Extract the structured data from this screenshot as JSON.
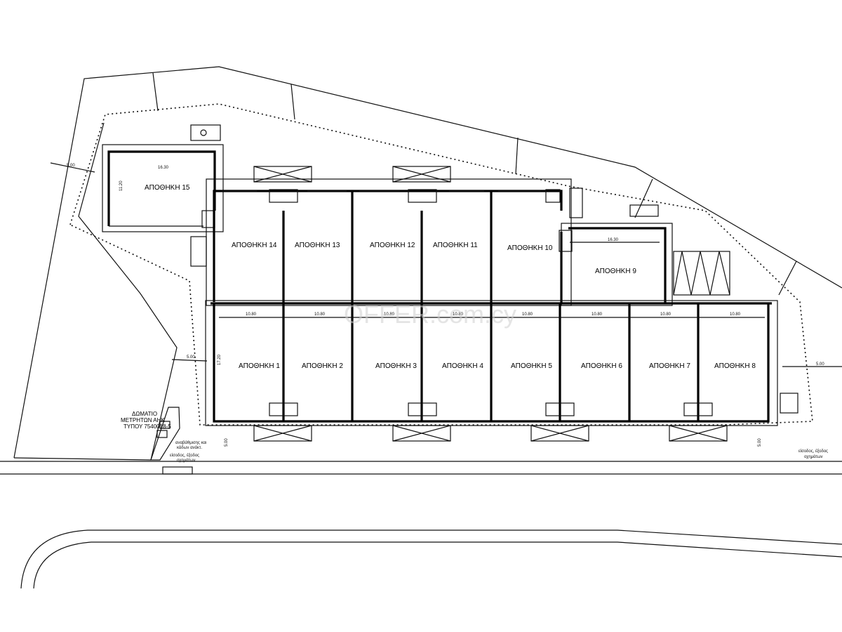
{
  "rooms": {
    "r1": "ΑΠΟΘΗΚΗ 1",
    "r2": "ΑΠΟΘΗΚΗ 2",
    "r3": "ΑΠΟΘΗΚΗ 3",
    "r4": "ΑΠΟΘΗΚΗ 4",
    "r5": "ΑΠΟΘΗΚΗ 5",
    "r6": "ΑΠΟΘΗΚΗ 6",
    "r7": "ΑΠΟΘΗΚΗ 7",
    "r8": "ΑΠΟΘΗΚΗ 8",
    "r9": "ΑΠΟΘΗΚΗ 9",
    "r10": "ΑΠΟΘΗΚΗ 10",
    "r11": "ΑΠΟΘΗΚΗ 11",
    "r12": "ΑΠΟΘΗΚΗ 12",
    "r13": "ΑΠΟΘΗΚΗ 13",
    "r14": "ΑΠΟΘΗΚΗ 14",
    "r15": "ΑΠΟΘΗΚΗ 15"
  },
  "dimensions": {
    "unit_width": "10.80",
    "row_width": "16.30",
    "depth": "17.20",
    "setback": "5.00",
    "side_depth": "11.20"
  },
  "labels": {
    "meter_room_line1": "ΔΩΜΑΤΙΟ",
    "meter_room_line2": "ΜΕΤΡΗΤΩΝ ΑΗΚ",
    "meter_room_line3": "ΤΥΠΟΥ 7540018-5",
    "entrance_line1": "είσοδος, έξοδος",
    "entrance_line2": "οχημάτων",
    "bin_note_line1": "αναβάθμισης και",
    "bin_note_line2": "κάδων ανάκτ."
  },
  "watermark": "OFFER.com.cy"
}
